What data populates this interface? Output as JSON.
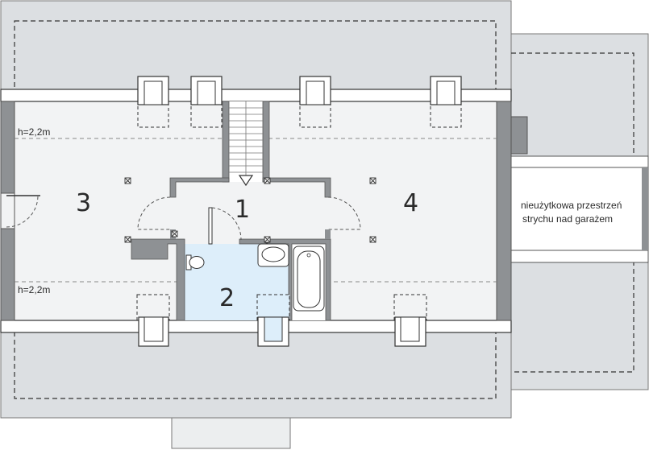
{
  "rooms": [
    {
      "number": "1"
    },
    {
      "number": "2"
    },
    {
      "number": "3"
    },
    {
      "number": "4"
    }
  ],
  "height_labels": [
    "h=2,2m",
    "h=2,2m"
  ],
  "garage_note": [
    "nieużytkowa przestrzeń",
    "strychu nad garażem"
  ],
  "colors": {
    "roof": "#dcdfe2",
    "floor": "#f2f3f4",
    "wall": "#8e9194",
    "bathroom": "#ddeefa",
    "line": "#2a2a2a"
  }
}
